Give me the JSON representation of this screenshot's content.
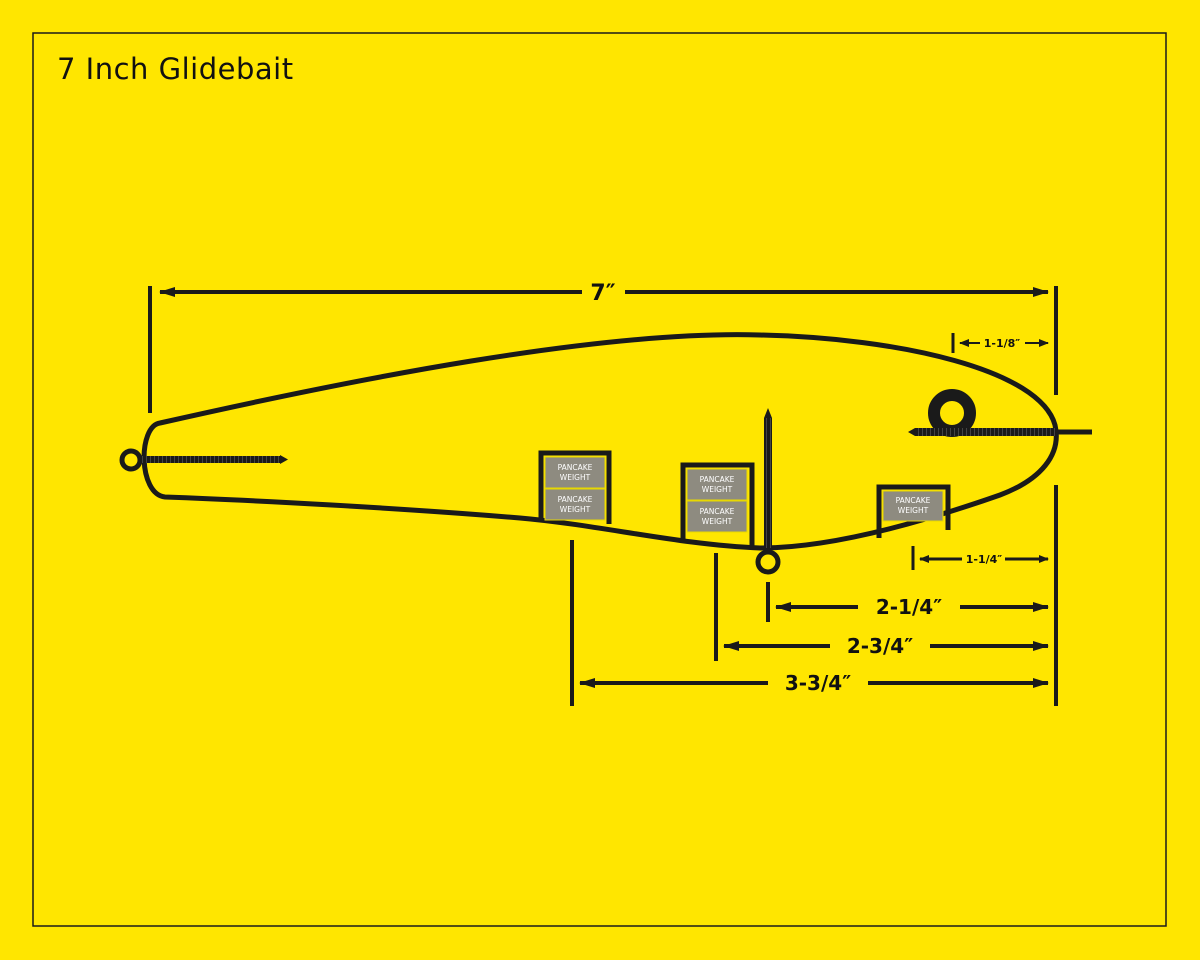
{
  "title": "7 Inch Glidebait",
  "colors": {
    "background": "#FFE600",
    "ink": "#1a1a1a",
    "weight": "#8e8b80"
  },
  "weight_label": {
    "line1": "PANCAKE",
    "line2": "WEIGHT"
  },
  "dimensions": {
    "overall": "7″",
    "nose_to_eye": "1-1/8″",
    "front_weight": "1-1/4″",
    "belly_hook": "2-1/4″",
    "middle_weight": "2-3/4″",
    "rear_weight": "3-3/4″"
  }
}
